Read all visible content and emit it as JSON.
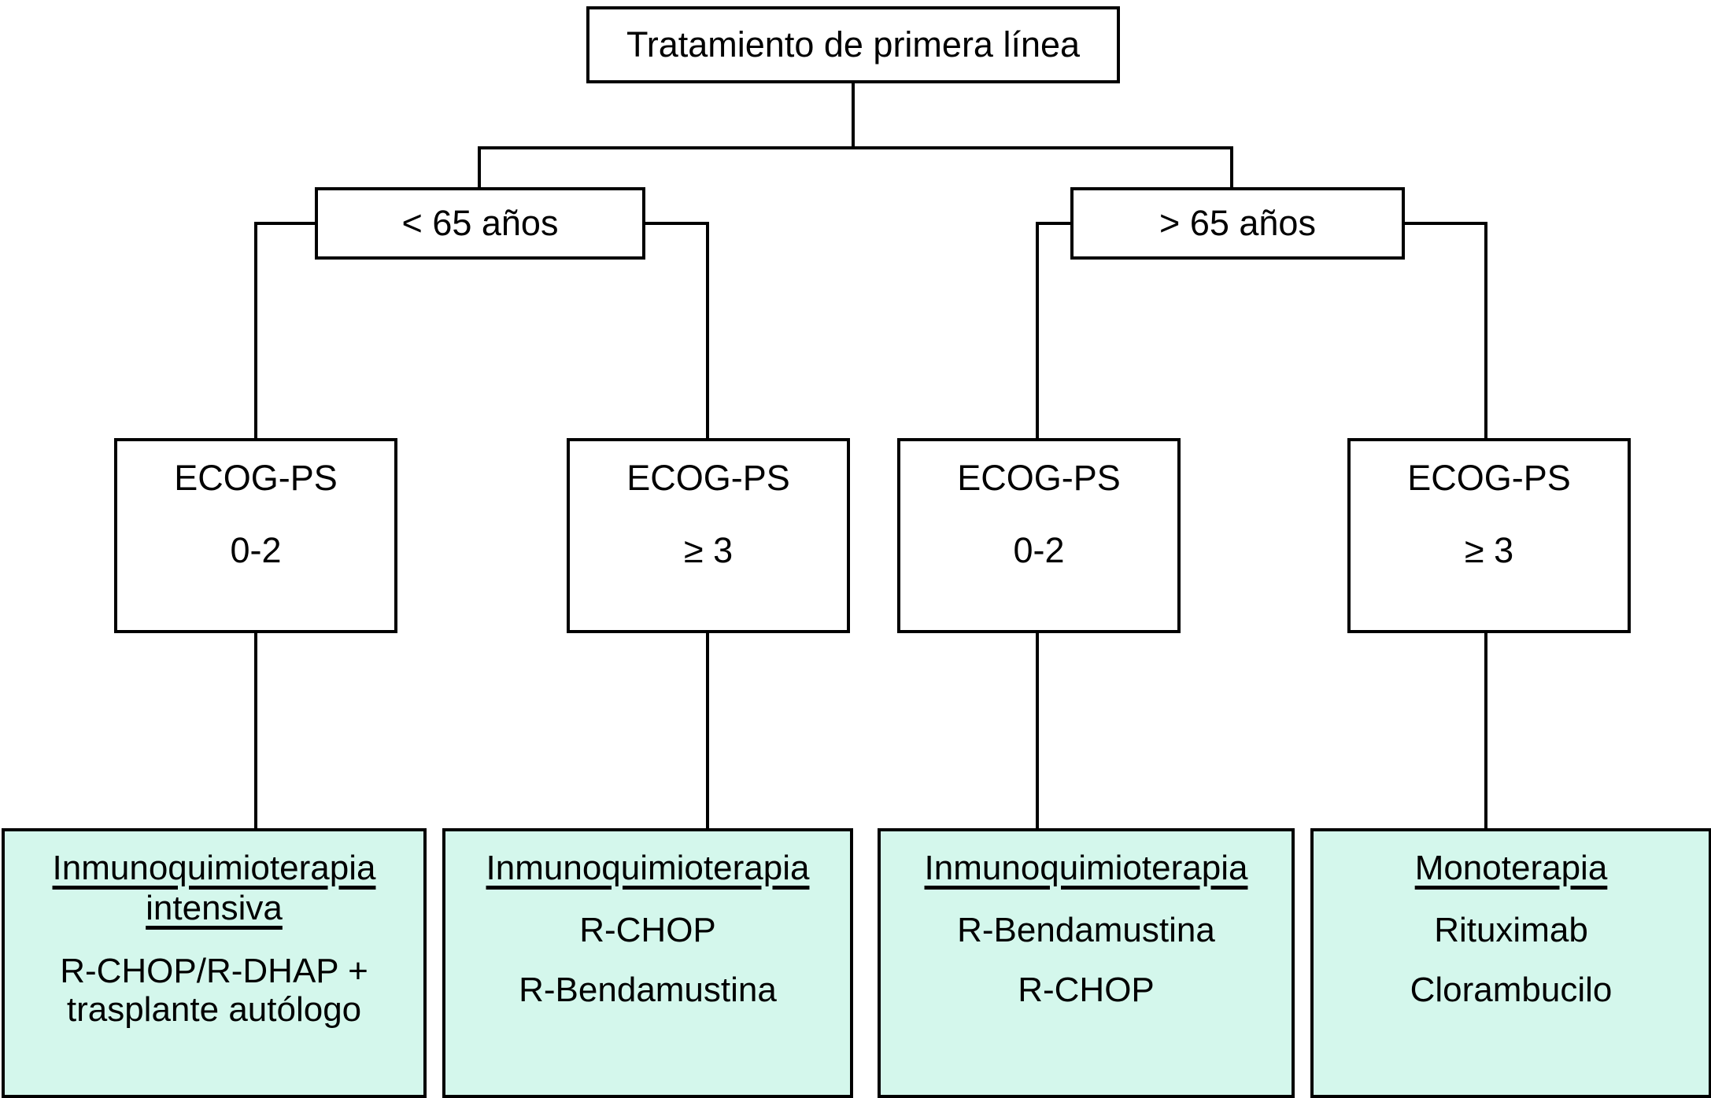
{
  "diagram": {
    "title": "Tratamiento de primera línea",
    "type": "flowchart",
    "language": "es",
    "colors": {
      "box_fill_white": "#ffffff",
      "box_fill_mint": "#d4f7ec",
      "border": "#000000",
      "text": "#000000",
      "connector": "#000000"
    },
    "root": {
      "label": "Tratamiento de primera línea"
    },
    "age_branches": [
      {
        "label": "< 65 años"
      },
      {
        "label": "> 65 años"
      }
    ],
    "ecog_nodes": [
      {
        "title": "ECOG-PS",
        "value": "0-2"
      },
      {
        "title": "ECOG-PS",
        "value": "≥ 3"
      },
      {
        "title": "ECOG-PS",
        "value": "0-2"
      },
      {
        "title": "ECOG-PS",
        "value": "≥ 3"
      }
    ],
    "treatments": [
      {
        "heading_line_1": "Inmunoquimioterapia",
        "heading_line_2": "intensiva",
        "item_1": "R-CHOP/R-DHAP +",
        "item_2": "trasplante autólogo"
      },
      {
        "heading_line_1": "Inmunoquimioterapia",
        "heading_line_2": "",
        "item_1": "R-CHOP",
        "item_2": "R-Bendamustina"
      },
      {
        "heading_line_1": "Inmunoquimioterapia",
        "heading_line_2": "",
        "item_1": "R-Bendamustina",
        "item_2": "R-CHOP"
      },
      {
        "heading_line_1": "Monoterapia",
        "heading_line_2": "",
        "item_1": "Rituximab",
        "item_2": "Clorambucilo"
      }
    ]
  }
}
